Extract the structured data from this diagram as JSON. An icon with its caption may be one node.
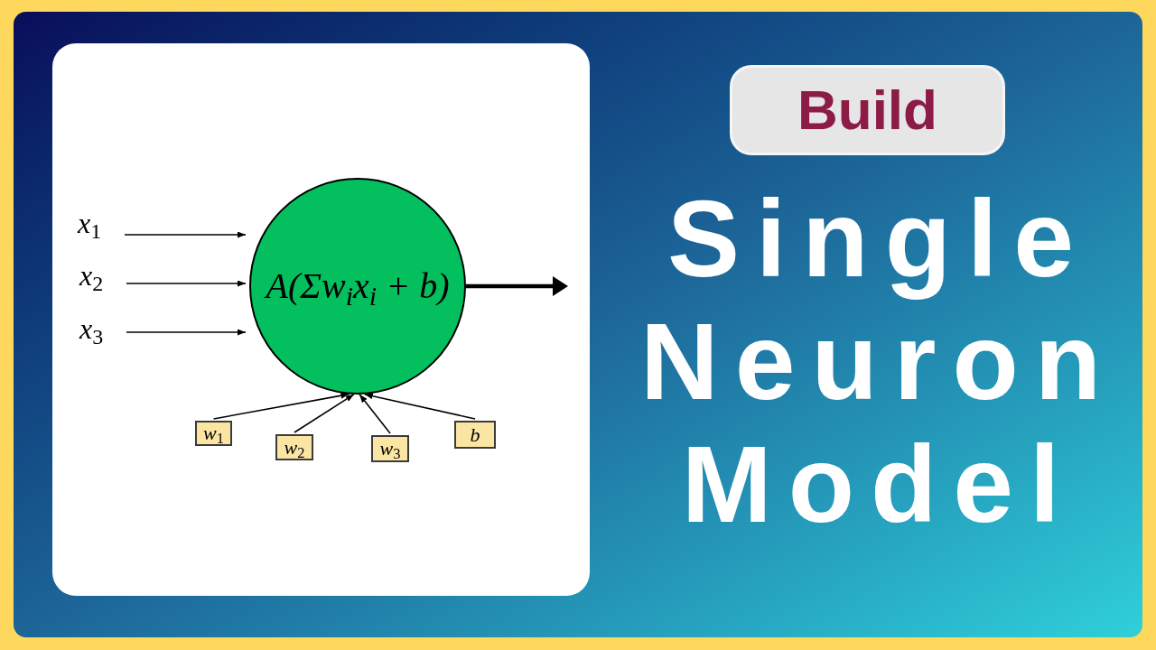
{
  "diagram": {
    "title": "Single Neuron Model",
    "nodes": [
      {
        "text": [
          "x$_{1}$"
        ]
      },
      {
        "text": [
          "x$_{2}$"
        ]
      },
      {
        "text": [
          "x$_{3}$"
        ]
      },
      {
        "text": [
          "A(Σw$_{i}$x$_{i}$ + b)"
        ]
      },
      {
        "text": [
          "w$_{1}$"
        ]
      },
      {
        "text": [
          "w$_{2}$"
        ]
      },
      {
        "text": [
          "w$_{3}$"
        ]
      },
      {
        "text": [
          "b"
        ]
      },
      {
        "text": [
          "Build"
        ]
      }
    ],
    "edges": [
      {
        "from": 0,
        "to": 3,
        "arrow": "to"
      },
      {
        "from": 1,
        "to": 3,
        "arrow": "to"
      },
      {
        "from": 2,
        "to": 3,
        "arrow": "to"
      },
      {
        "from": 3,
        "to": null,
        "arrow": "to",
        "style": "thick"
      },
      {
        "from": 4,
        "to": 3,
        "arrow": "to"
      },
      {
        "from": 5,
        "to": 3,
        "arrow": "to"
      },
      {
        "from": 6,
        "to": 3,
        "arrow": "to"
      },
      {
        "from": 7,
        "to": 3,
        "arrow": "to"
      }
    ]
  }
}
